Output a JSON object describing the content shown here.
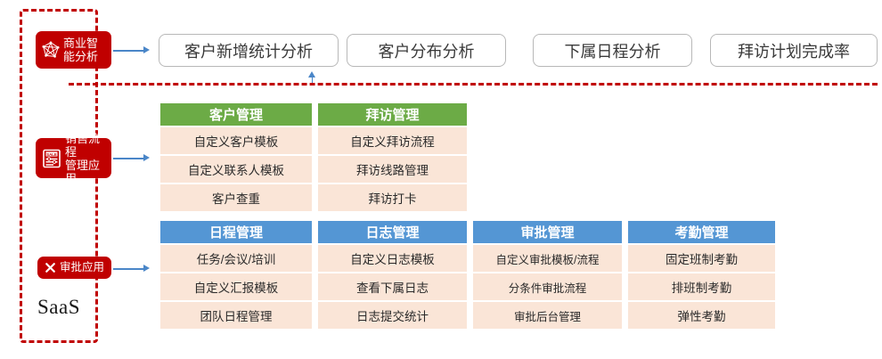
{
  "saas": {
    "label": "SaaS",
    "accent_color": "#c00000",
    "badges": [
      {
        "id": "bi",
        "icon": "network-graph-icon",
        "label": "商业智\n能分析"
      },
      {
        "id": "sales",
        "icon": "sale-document-icon",
        "label": "销售流程\n管理应用"
      },
      {
        "id": "approval",
        "icon": "cross-x-icon",
        "label": "审批应用"
      }
    ]
  },
  "top_pills": [
    {
      "label": "客户新增统计分析"
    },
    {
      "label": "客户分布分析"
    },
    {
      "label": "下属日程分析"
    },
    {
      "label": "拜访计划完成率"
    }
  ],
  "green_cards": [
    {
      "title": "客户管理",
      "rows": [
        "自定义客户模板",
        "自定义联系人模板",
        "客户查重"
      ]
    },
    {
      "title": "拜访管理",
      "rows": [
        "自定义拜访流程",
        "拜访线路管理",
        "拜访打卡"
      ]
    }
  ],
  "blue_cards": [
    {
      "title": "日程管理",
      "rows": [
        "任务/会议/培训",
        "自定义汇报模板",
        "团队日程管理"
      ]
    },
    {
      "title": "日志管理",
      "rows": [
        "自定义日志模板",
        "查看下属日志",
        "日志提交统计"
      ]
    },
    {
      "title": "审批管理",
      "rows": [
        "自定义审批模板/流程",
        "分条件审批流程",
        "审批后台管理"
      ]
    },
    {
      "title": "考勤管理",
      "rows": [
        "固定班制考勤",
        "排班制考勤",
        "弹性考勤"
      ]
    }
  ],
  "colors": {
    "red": "#c00000",
    "green_header": "#6cab46",
    "blue_header": "#5496d4",
    "row_bg": "#fae5d7",
    "arrow_blue": "#4a86c8"
  }
}
